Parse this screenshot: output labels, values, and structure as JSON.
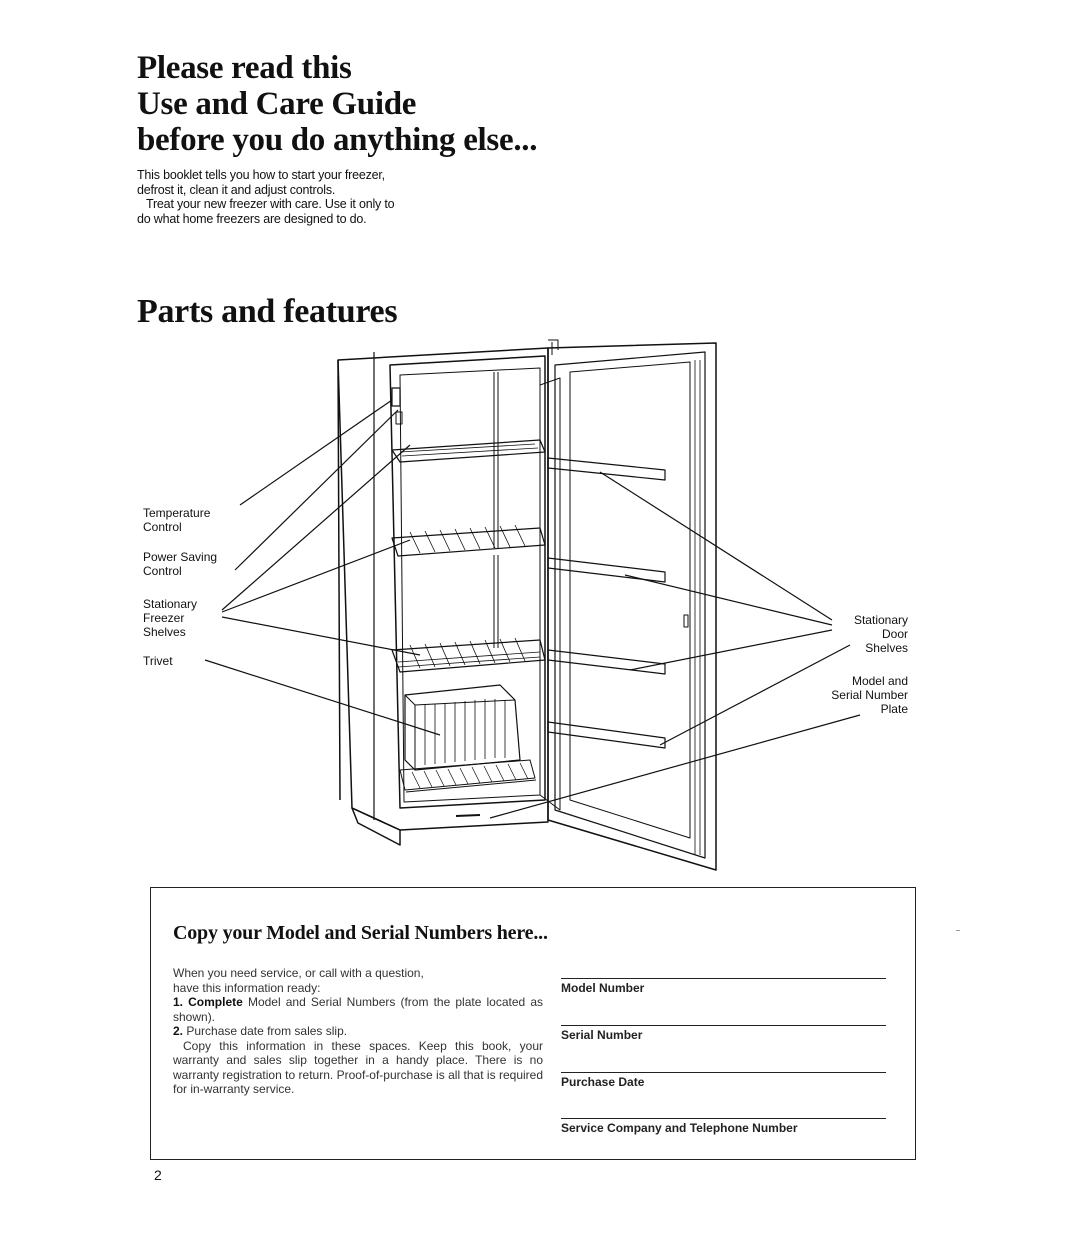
{
  "title": {
    "line1": "Please read this",
    "line2": "Use and Care Guide",
    "line3": "before you do anything else..."
  },
  "intro": {
    "para1_line1": "This booklet tells you how to start your freezer,",
    "para1_line2": "defrost it, clean it and adjust controls.",
    "para2_line1": "Treat your new freezer with care. Use it only to",
    "para2_line2": "do what home freezers are designed to do."
  },
  "parts": {
    "heading": "Parts and features",
    "labels": {
      "temp_line1": "Temperature",
      "temp_line2": "Control",
      "power_line1": "Power Saving",
      "power_line2": "Control",
      "freezer_line1": "Stationary",
      "freezer_line2": "Freezer",
      "freezer_line3": "Shelves",
      "trivet": "Trivet",
      "door_line1": "Stationary",
      "door_line2": "Door",
      "door_line3": "Shelves",
      "plate_line1": "Model and",
      "plate_line2": "Serial Number",
      "plate_line3": "Plate"
    }
  },
  "serial_box": {
    "heading": "Copy your Model and Serial Numbers here...",
    "intro_line1": "When you need service, or call with a question,",
    "intro_line2": "have this information ready:",
    "item1_num": "1.",
    "item1_bold": "Complete",
    "item1_text": "Model and Serial Numbers (from the plate located as shown).",
    "item2_num": "2.",
    "item2_text": "Purchase date from sales slip.",
    "closing": "Copy this information in these spaces. Keep this book, your warranty and sales slip together in a handy place. There is no warranty registration to return. Proof-of-purchase is all that is required for in-warranty service.",
    "fields": {
      "model": "Model Number",
      "serial": "Serial Number",
      "purchase": "Purchase Date",
      "service": "Service Company and Telephone Number"
    }
  },
  "page_number": "2"
}
